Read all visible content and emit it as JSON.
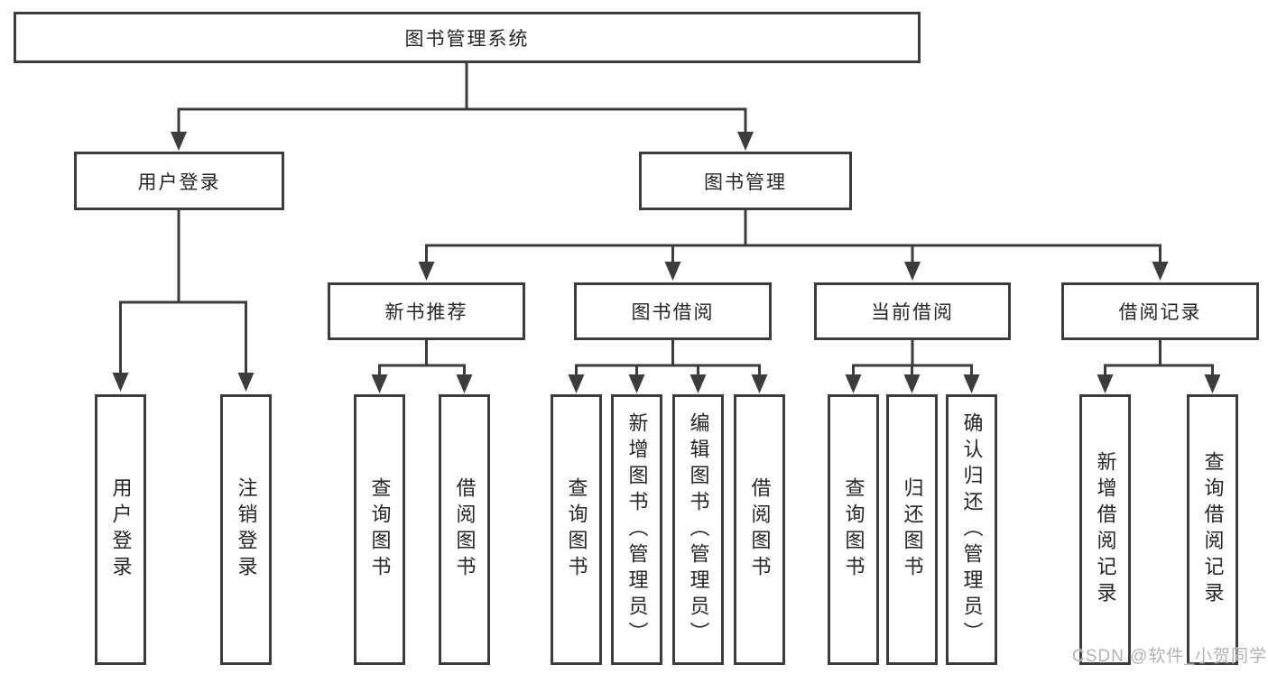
{
  "tree": {
    "label": "图书管理系统",
    "children": [
      {
        "label": "用户登录",
        "children": [
          {
            "label": "用户登录"
          },
          {
            "label": "注销登录"
          }
        ]
      },
      {
        "label": "图书管理",
        "children": [
          {
            "label": "新书推荐",
            "children": [
              {
                "label": "查询图书"
              },
              {
                "label": "借阅图书"
              }
            ]
          },
          {
            "label": "图书借阅",
            "children": [
              {
                "label": "查询图书"
              },
              {
                "label": "新增图书（管理员）"
              },
              {
                "label": "编辑图书（管理员）"
              },
              {
                "label": "借阅图书"
              }
            ]
          },
          {
            "label": "当前借阅",
            "children": [
              {
                "label": "查询图书"
              },
              {
                "label": "归还图书"
              },
              {
                "label": "确认归还（管理员）"
              }
            ]
          },
          {
            "label": "借阅记录",
            "children": [
              {
                "label": "新增借阅记录"
              },
              {
                "label": "查询借阅记录"
              }
            ]
          }
        ]
      }
    ]
  },
  "watermark": {
    "text": "CSDN @软件_小贺同学"
  },
  "colors": {
    "line": "#3c3c3c",
    "box_border": "#3c3c3c",
    "text": "#262626",
    "background": "#ffffff",
    "watermark": "#b3b3b3"
  }
}
